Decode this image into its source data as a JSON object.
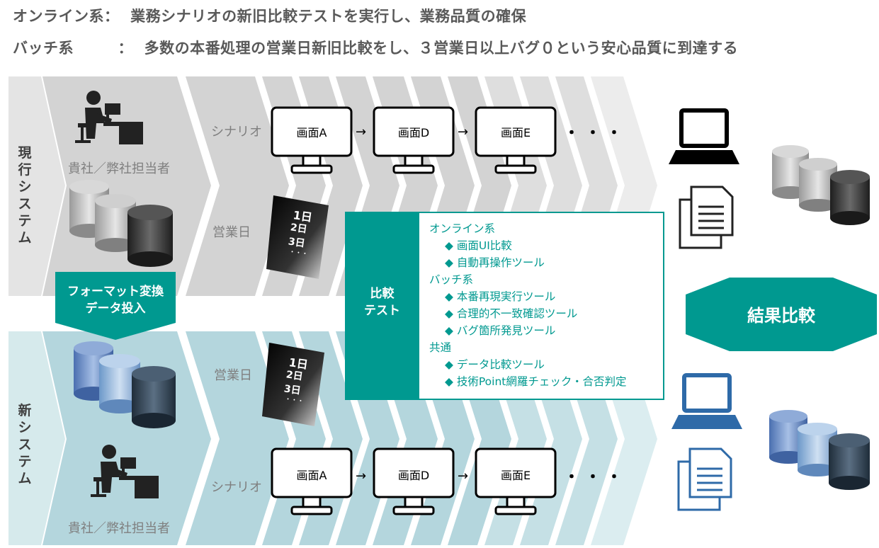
{
  "header": {
    "line1": "オンライン系：  業務シナリオの新旧比較テストを実行し、業務品質の確保",
    "line2": "バッチ系        ：  多数の本番処理の営業日新旧比較をし、３営業日以上バグ０という安心品質に到達する"
  },
  "current_system": {
    "label": "現行システム",
    "person_label": "貴社／弊社担当者",
    "scenario_label": "シナリオ",
    "business_day_label": "営業日",
    "screens": [
      "画面A",
      "画面D",
      "画面E"
    ],
    "arrow": "→",
    "ellipsis": "・・・"
  },
  "new_system": {
    "label": "新システム",
    "person_label": "貴社／弊社担当者",
    "scenario_label": "シナリオ",
    "business_day_label": "営業日",
    "screens": [
      "画面A",
      "画面D",
      "画面E"
    ],
    "arrow": "→",
    "ellipsis": "・・・"
  },
  "calendar": {
    "day1": "1日",
    "day2": "2日",
    "day3": "3日",
    "dots": "・・・"
  },
  "format_box": {
    "line1": "フォーマット変換",
    "line2": "データ投入"
  },
  "compare_test": {
    "label_line1": "比較",
    "label_line2": "テスト",
    "online_heading": "オンライン系",
    "online_items": [
      "画面UI比較",
      "自動再操作ツール"
    ],
    "batch_heading": "バッチ系",
    "batch_items": [
      "本番再現実行ツール",
      "合理的不一致確認ツール",
      "バグ箇所発見ツール"
    ],
    "common_heading": "共通",
    "common_items": [
      "データ比較ツール",
      "技術Point網羅チェック・合否判定"
    ]
  },
  "result_label": "結果比較",
  "colors": {
    "teal": "#009990",
    "band_gray": "#e4e4e4",
    "band_blue": "#d6eaec",
    "chevron_gray": "#d3d3d3",
    "chevron_blue": "#b4d6dd",
    "laptop_old": "#000000",
    "laptop_new": "#2e6aa8"
  }
}
